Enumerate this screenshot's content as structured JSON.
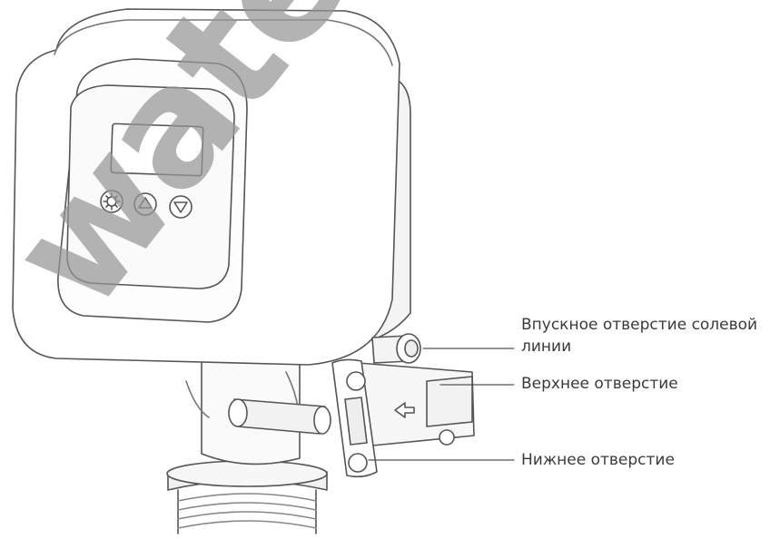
{
  "labels": {
    "brine_inlet_line1": "Впускное отверстие солевой",
    "brine_inlet_line2": "линии",
    "upper_port": "Верхнее отверстие",
    "lower_port": "Нижнее отверстие"
  },
  "watermark": "watersma",
  "colors": {
    "outline": "#555555",
    "shade": "#e6e6e6",
    "leader_line": "#555555",
    "watermark": "#969696"
  },
  "icons": [
    "gear-icon",
    "up-arrow-icon",
    "down-arrow-icon",
    "left-arrow-icon"
  ]
}
